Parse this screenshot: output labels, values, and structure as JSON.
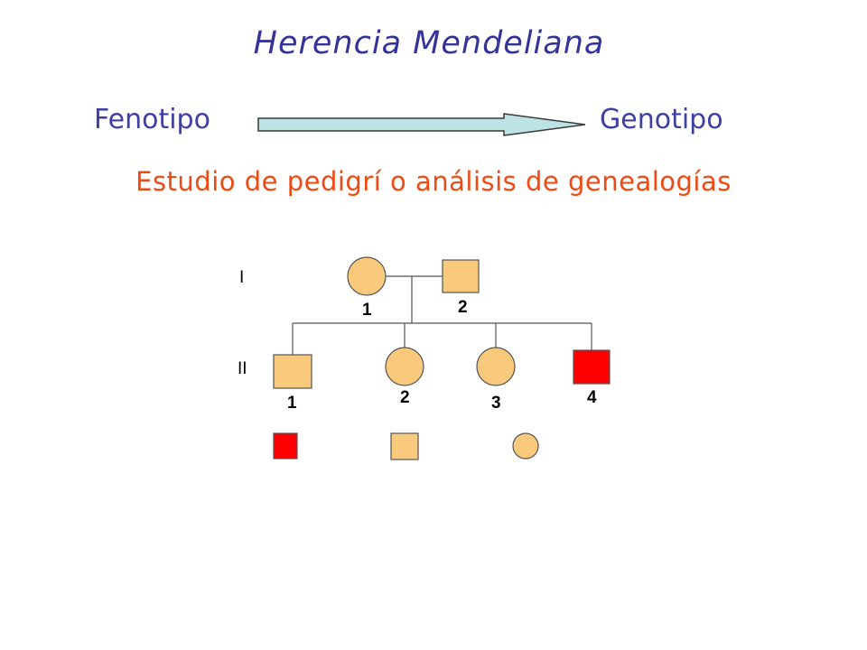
{
  "title": "Herencia Mendeliana",
  "phenotype_label": "Fenotipo",
  "genotype_label": "Genotipo",
  "subtitle": "Estudio de pedigrí o análisis de genealogías",
  "colors": {
    "title": "#33339a",
    "subtitle": "#f04a14",
    "unaffected": "#f9c97c",
    "affected": "#ff0000",
    "arrow_fill": "#bde3e4"
  },
  "pedigree": {
    "generations": [
      "I",
      "II"
    ],
    "individuals": [
      {
        "generation": "I",
        "number": "1",
        "sex": "female",
        "affected": false
      },
      {
        "generation": "I",
        "number": "2",
        "sex": "male",
        "affected": false
      },
      {
        "generation": "II",
        "number": "1",
        "sex": "male",
        "affected": false
      },
      {
        "generation": "II",
        "number": "2",
        "sex": "female",
        "affected": false
      },
      {
        "generation": "II",
        "number": "3",
        "sex": "female",
        "affected": false
      },
      {
        "generation": "II",
        "number": "4",
        "sex": "male",
        "affected": true
      }
    ],
    "legend": [
      {
        "sex": "male",
        "affected": true
      },
      {
        "sex": "male",
        "affected": false
      },
      {
        "sex": "female",
        "affected": false
      }
    ]
  }
}
